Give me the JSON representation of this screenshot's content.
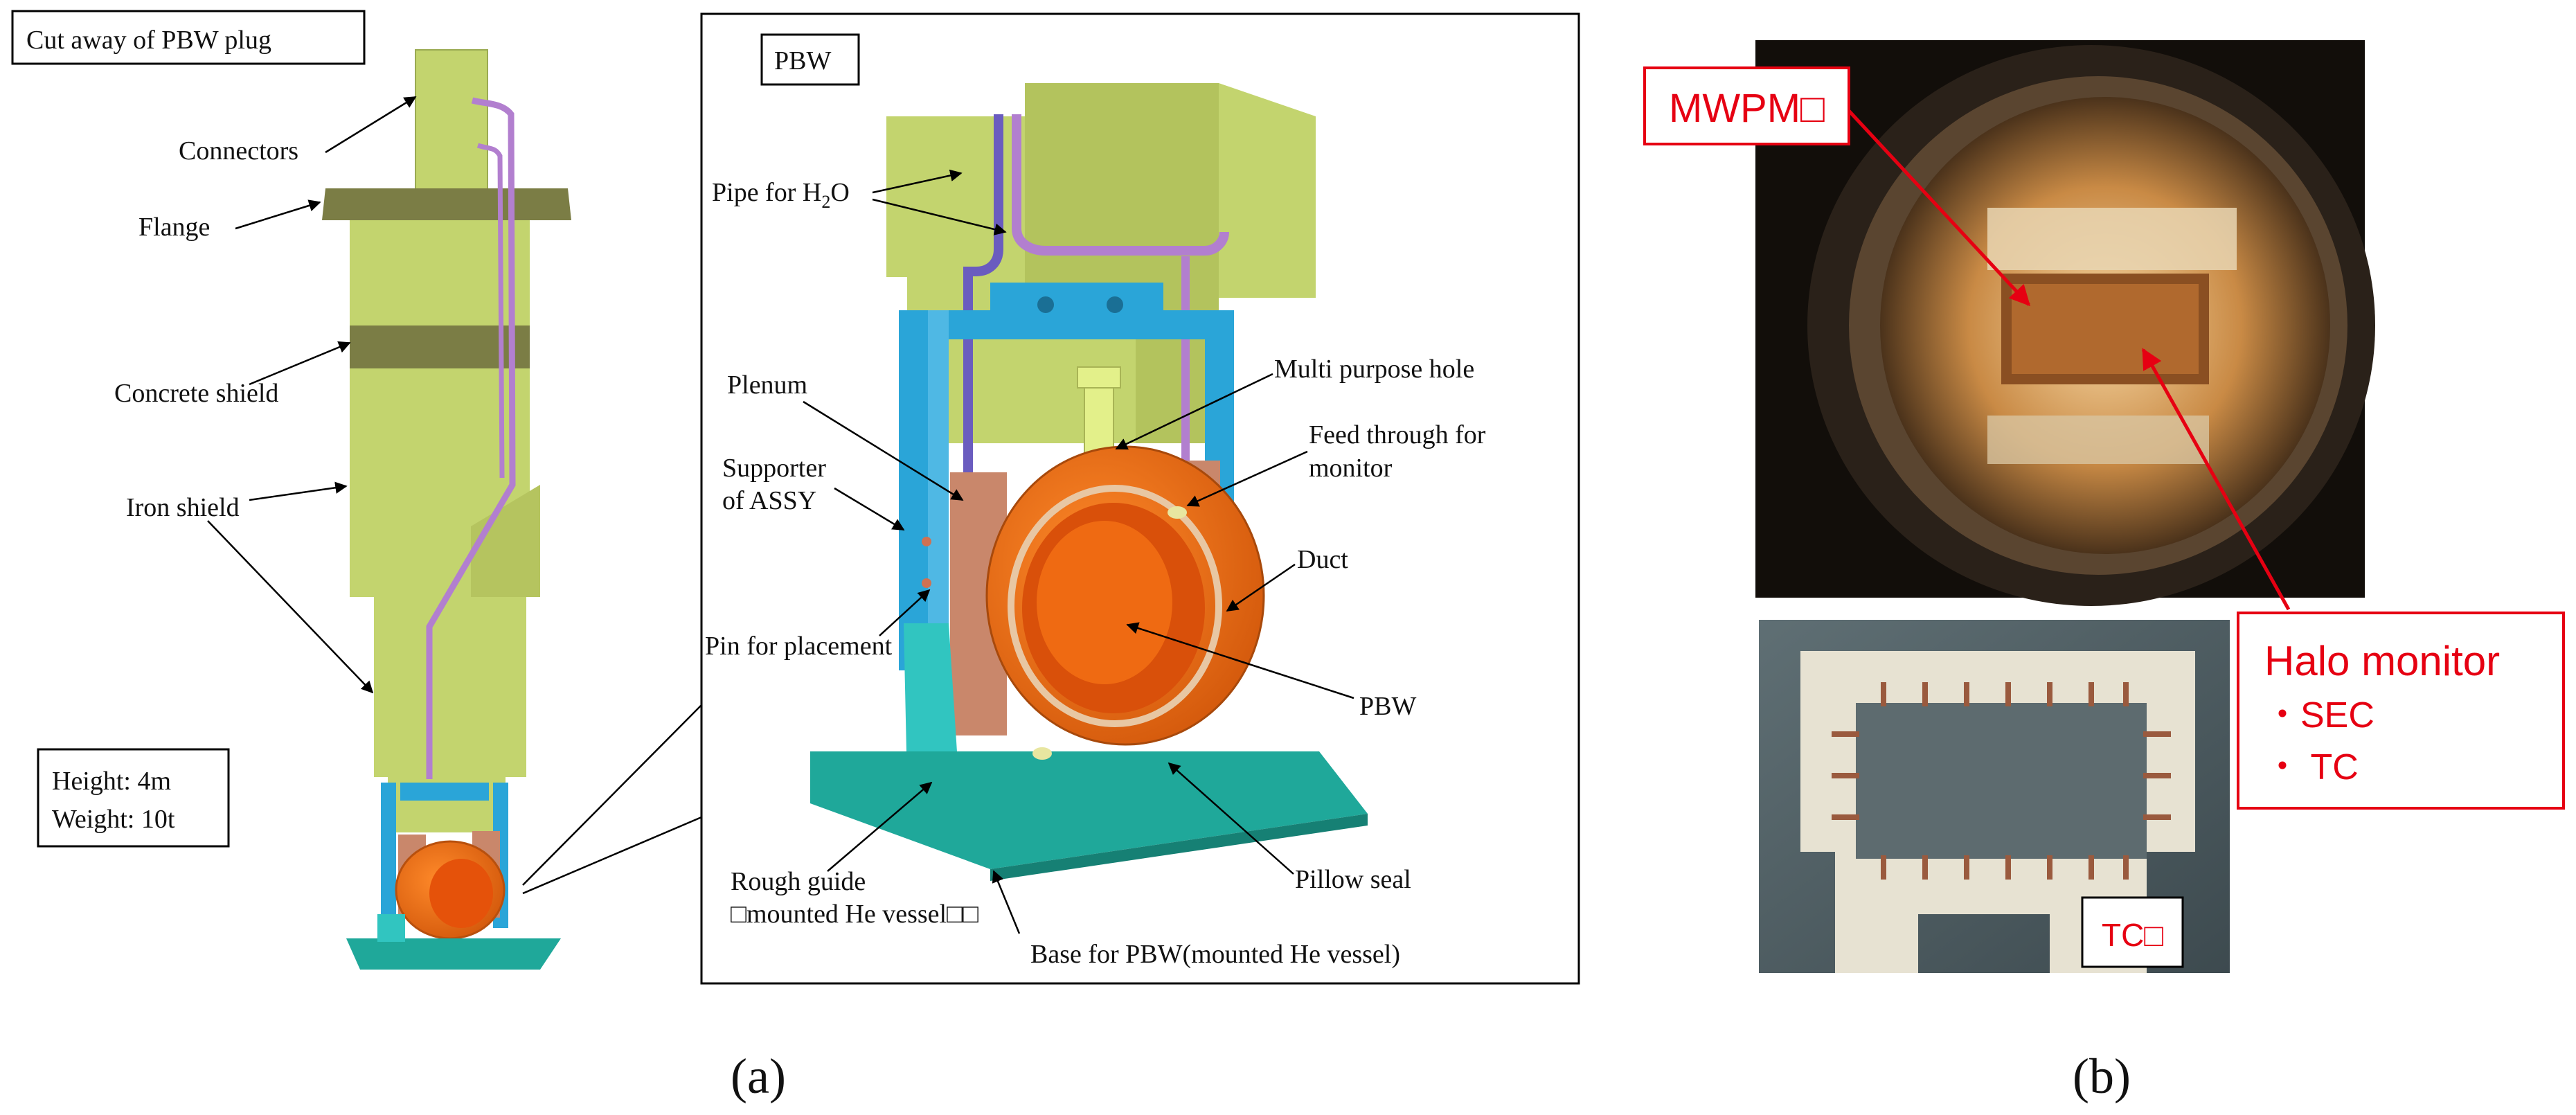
{
  "panel_a": {
    "title": "Cut away of PBW plug",
    "labels": {
      "connectors": "Connectors",
      "flange": "Flange",
      "concrete_shield": "Concrete shield",
      "iron_shield": "Iron shield"
    },
    "specs": {
      "height": "Height: 4m",
      "weight": "Weight: 10t"
    },
    "caption": "(a)"
  },
  "inset": {
    "title": "PBW",
    "labels": {
      "pipe": "Pipe for H",
      "pipe_sub": "2",
      "pipe_tail": "O",
      "plenum": "Plenum",
      "supporter_1": "Supporter",
      "supporter_2": "of ASSY",
      "multi_hole": "Multi purpose hole",
      "feed_1": "Feed through for",
      "feed_2": "monitor",
      "duct": "Duct",
      "pin": "Pin for placement",
      "pbw": "PBW",
      "rough_1": "Rough guide",
      "rough_2": "□mounted He vessel□□",
      "pillow": "Pillow seal",
      "base": "Base for PBW(mounted He vessel)"
    }
  },
  "panel_b": {
    "mwpm": "MWPM□",
    "halo_title": "Halo monitor",
    "halo_items": [
      "・SEC",
      "・ TC"
    ],
    "tc": "TC□",
    "caption": "(b)"
  },
  "colors": {
    "shield": "#c3d46e",
    "shield_dark": "#7b7d45",
    "pipe": "#b27fcf",
    "support": "#2aa5d8",
    "block": "#c9876b",
    "duct": "#f26b0f",
    "base": "#1fa89a",
    "photo_red": "#e60012"
  }
}
